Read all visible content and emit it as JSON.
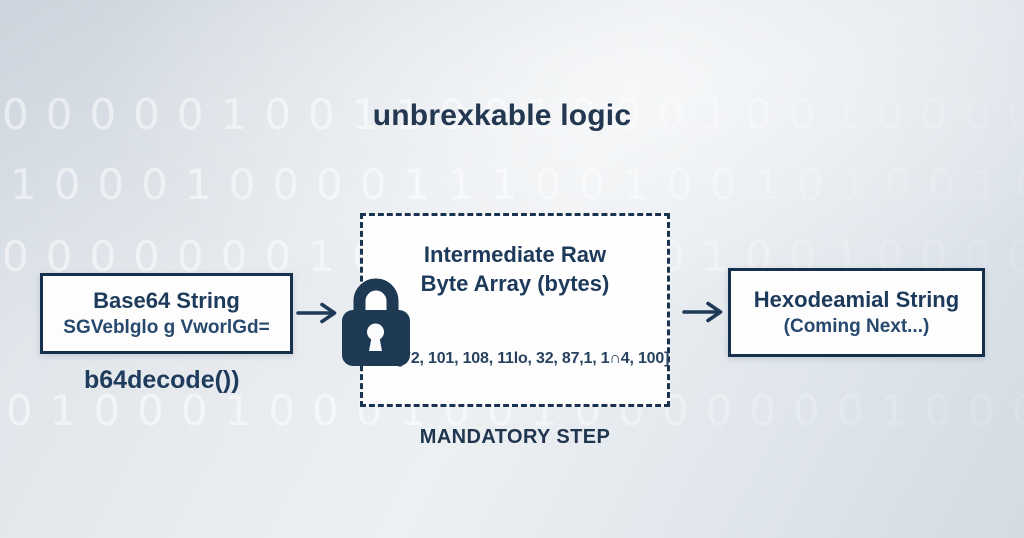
{
  "title": "unbrexkable logic",
  "colors": {
    "navy_text": "#1d3a5a",
    "box_border": "#16314d",
    "lock": "#1d3954",
    "background_light": "#edf0f3",
    "background_dark": "#d3dbe3",
    "bg_digit": "rgba(255,255,255,0.55)"
  },
  "background_binary_rows": [
    {
      "digits": "000001001100100010010000"
    },
    {
      "digits": "100010000111001001010010"
    },
    {
      "digits": "000000010001011010010000"
    },
    {
      "digits": "010001000100100000001000"
    }
  ],
  "flow": {
    "base64_box": {
      "title": "Base64 String",
      "value": "SGVeblglo g VworlGd="
    },
    "decode_label": "b64decode())",
    "intermediate_box": {
      "title": "Intermediate Raw Byte Array (bytes)",
      "byte_array": "[72, 101, 108, 11lo, 32, 87,1, 1∩4, 100]",
      "caption": "MANDATORY STEP"
    },
    "hex_box": {
      "title": "Hexodeamial String",
      "subtitle": "(Coming Next...)"
    }
  },
  "icons": {
    "lock": "padlock",
    "arrow_right": "→"
  }
}
